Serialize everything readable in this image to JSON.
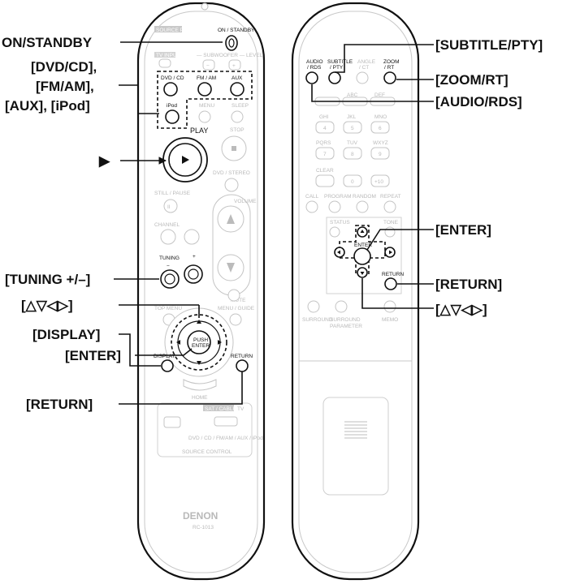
{
  "callouts": {
    "on_standby": "ON/STANDBY",
    "dvd_cd": "[DVD/CD],",
    "fm_am": "[FM/AM],",
    "aux_ipod": "[AUX], [iPod]",
    "play": "▶",
    "tuning": "[TUNING +/–]",
    "cursor_left": "[△▽◁▷]",
    "display": "[DISPLAY]",
    "enter_left": "[ENTER]",
    "return_left": "[RETURN]",
    "subtitle_pty": "[SUBTITLE/PTY]",
    "zoom_rt": "[ZOOM/RT]",
    "audio_rds": "[AUDIO/RDS]",
    "enter_right": "[ENTER]",
    "return_right": "[RETURN]",
    "cursor_right": "[△▽◁▷]"
  },
  "front": {
    "source_power": "SOURCE POWER",
    "on_standby": "ON / STANDBY",
    "tv_input": "TV INPUT",
    "subwoofer_level": "— SUBWOOFER — LEVEL",
    "minus": "−",
    "plus": "+",
    "dvd_cd": "DVD / CD",
    "fm_am": "FM / AM",
    "aux": "AUX",
    "ipod": "iPod",
    "menu_fn": "MENU",
    "sleep": "SLEEP",
    "play": "PLAY",
    "stop": "STOP",
    "dvd_stereo": "DVD / STEREO",
    "still_pause": "STILL / PAUSE",
    "volume": "VOLUME",
    "channel": "CHANNEL",
    "tuning": "TUNING",
    "tuning_minus": "−",
    "tuning_plus": "+",
    "mute": "MUTE",
    "top_menu": "TOP MENU",
    "menu_guide": "MENU / GUIDE",
    "push_enter_1": "PUSH",
    "push_enter_2": "ENTER",
    "display": "DISPLAY",
    "return": "RETURN",
    "home": "HOME",
    "sat_cable": "SAT / CABLE",
    "tv": "TV",
    "source_select": "DVD / CD / FM/AM / AUX / iPod",
    "source_control": "SOURCE CONTROL",
    "brand": "DENON",
    "model": "RC-1013"
  },
  "back": {
    "audio_rds_1": "AUDIO",
    "audio_rds_2": "/ RDS",
    "subtitle_pty_1": "SUBTITLE",
    "subtitle_pty_2": "/ PTY",
    "angle_ct_1": "ANGLE",
    "angle_ct_2": "/ CT",
    "zoom_rt_1": "ZOOM",
    "zoom_rt_2": "/ RT",
    "abc": "ABC",
    "def": "DEF",
    "ghi": "GHI",
    "jkl": "JKL",
    "mno": "MNO",
    "n4": "4",
    "n5": "5",
    "n6": "6",
    "pqrs": "PQRS",
    "tuv": "TUV",
    "wxyz": "WXYZ",
    "n7": "7",
    "n8": "8",
    "n9": "9",
    "clear": "CLEAR",
    "n0": "0",
    "n10": "+10",
    "call": "CALL",
    "program": "PROGRAM",
    "random": "RANDOM",
    "repeat": "REPEAT",
    "status": "STATUS",
    "tone": "TONE",
    "enter": "ENTER",
    "return": "RETURN",
    "surround": "SURROUND",
    "surround_param_1": "SURROUND",
    "surround_param_2": "PARAMETER",
    "memo": "MEMO"
  }
}
